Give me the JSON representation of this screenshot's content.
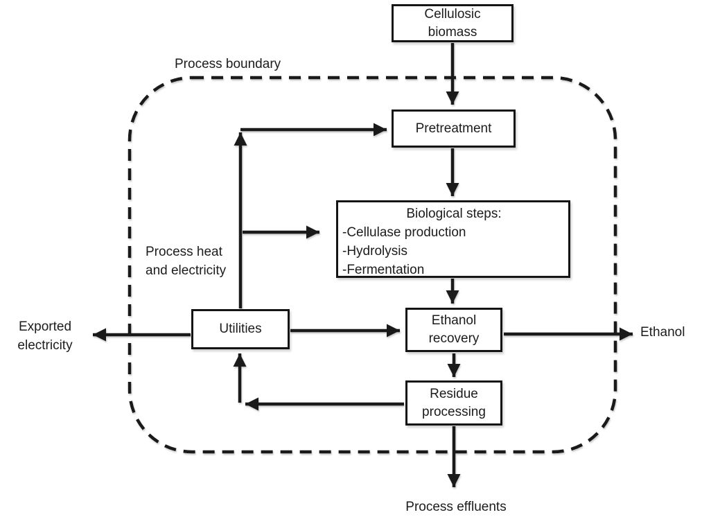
{
  "figure": {
    "boundary_label": "Process boundary",
    "nodes": {
      "cellulosic_biomass": {
        "label": "Cellulosic biomass"
      },
      "pretreatment": {
        "label": "Pretreatment"
      },
      "biological_steps": {
        "title": "Biological steps:",
        "items": [
          "-Cellulase production",
          "-Hydrolysis",
          "-Fermentation"
        ]
      },
      "utilities": {
        "label": "Utilities"
      },
      "ethanol_recovery": {
        "label": "Ethanol recovery"
      },
      "residue_processing": {
        "label": "Residue processing"
      }
    },
    "flow_labels": {
      "process_heat_and_electricity": "Process heat and electricity",
      "exported_electricity": "Exported electricity",
      "ethanol": "Ethanol",
      "process_effluents": "Process effluents"
    },
    "colors": {
      "ink": "#1a1a1a",
      "background": "#ffffff"
    }
  }
}
